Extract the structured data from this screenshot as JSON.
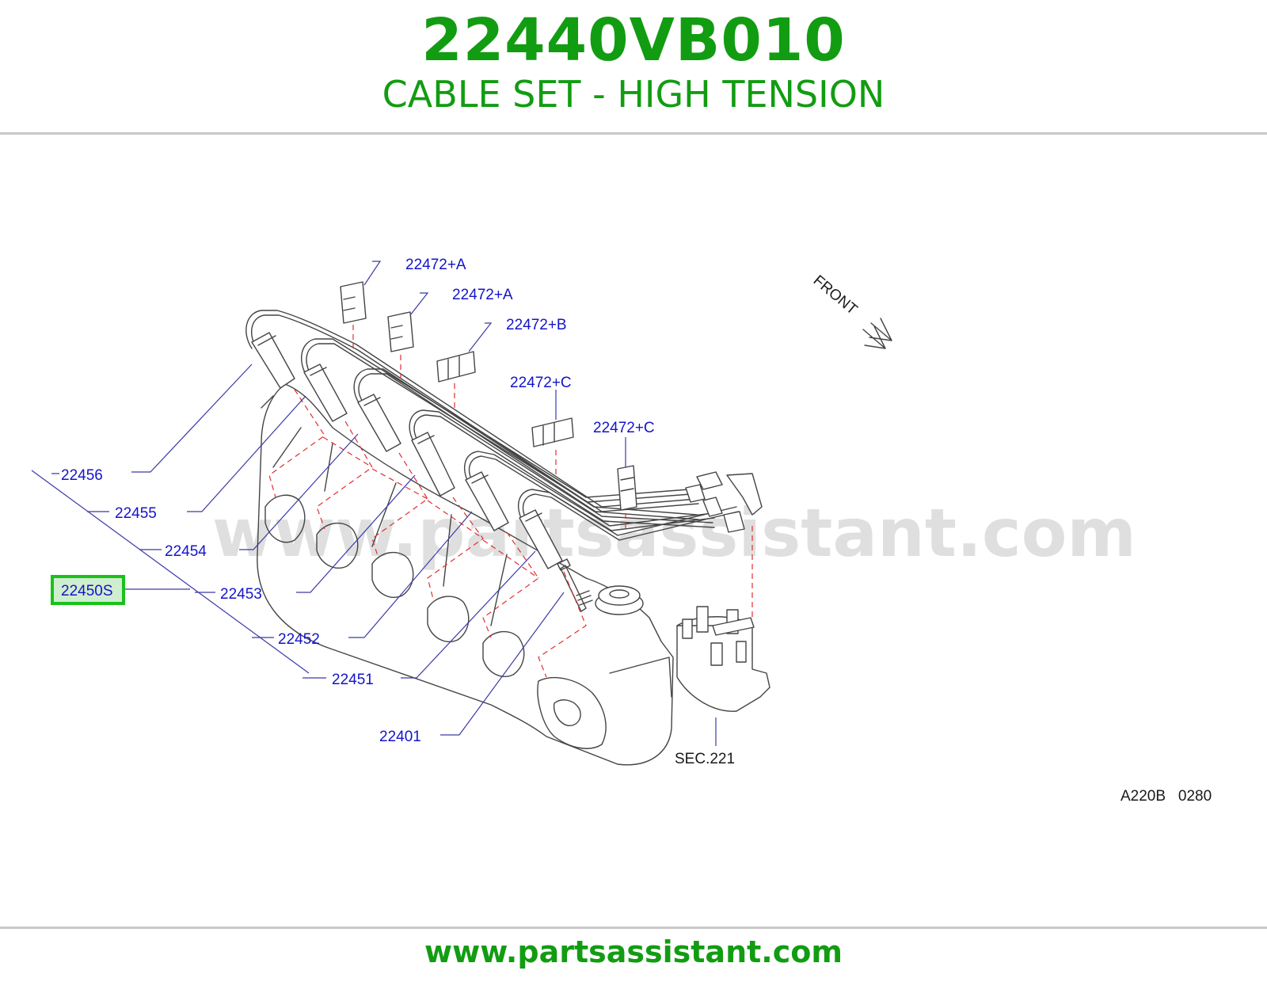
{
  "header": {
    "part_number": "22440VB010",
    "part_name": "CABLE SET - HIGH TENSION"
  },
  "diagram": {
    "watermark": "www.partsassistant.com",
    "front_label": "FRONT",
    "callouts": {
      "c22472a_1": "22472+A",
      "c22472a_2": "22472+A",
      "c22472b": "22472+B",
      "c22472c_1": "22472+C",
      "c22472c_2": "22472+C",
      "c22456": "22456",
      "c22455": "22455",
      "c22454": "22454",
      "c22450s": "22450S",
      "c22453": "22453",
      "c22452": "22452",
      "c22451": "22451",
      "c22401": "22401",
      "sec221": "SEC.221"
    },
    "ref_code": "A220B   0280",
    "highlight_color": "#19c219"
  },
  "footer": {
    "url": "www.partsassistant.com"
  }
}
